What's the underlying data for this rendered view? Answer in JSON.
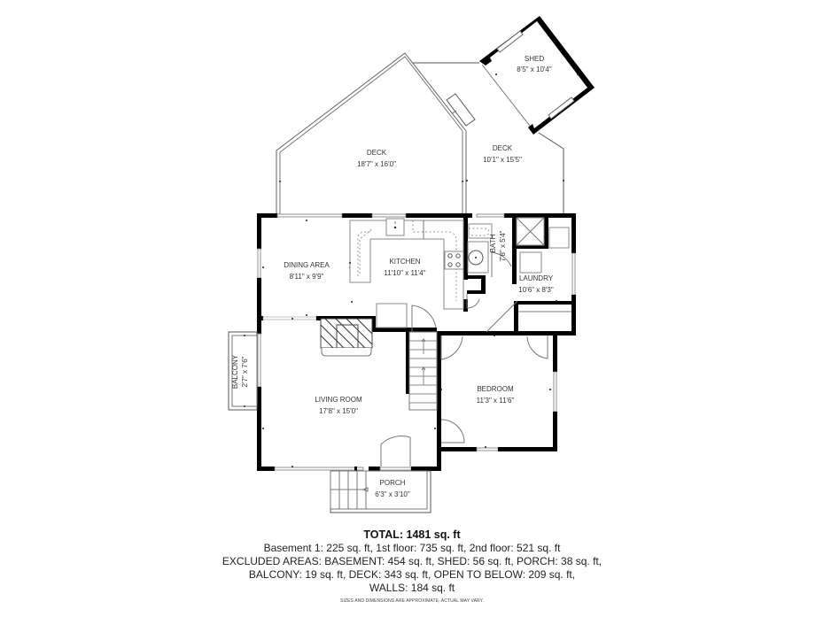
{
  "rooms": {
    "shed": {
      "name": "SHED",
      "dims": "8'5\" x 10'4\""
    },
    "deck_main": {
      "name": "DECK",
      "dims": "18'7\" x 16'0\""
    },
    "deck_side": {
      "name": "DECK",
      "dims": "10'1\" x 15'5\""
    },
    "dining": {
      "name": "DINING AREA",
      "dims": "8'11\" x 9'9\""
    },
    "kitchen": {
      "name": "KITCHEN",
      "dims": "11'10\" x 11'4\""
    },
    "bath": {
      "name": "BATH",
      "dims": "7'8\" x 5'4\""
    },
    "laundry": {
      "name": "LAUNDRY",
      "dims": "10'6\" x 8'3\""
    },
    "balcony": {
      "name": "BALCONY",
      "dims": "2'7\" x 7'6\""
    },
    "living": {
      "name": "LIVING ROOM",
      "dims": "17'8\" x 15'0\""
    },
    "bedroom": {
      "name": "BEDROOM",
      "dims": "11'3\" x 11'6\""
    },
    "porch": {
      "name": "PORCH",
      "dims": "6'3\" x 3'10\""
    }
  },
  "summary": {
    "total": "TOTAL: 1481 sq. ft",
    "line1": "Basement 1: 225 sq. ft, 1st floor: 735 sq. ft, 2nd floor: 521 sq. ft",
    "line2": "EXCLUDED AREAS: BASEMENT: 454 sq. ft, SHED: 56 sq. ft, PORCH: 38 sq. ft,",
    "line3": "BALCONY: 19 sq. ft, DECK: 343 sq. ft, OPEN TO BELOW: 209 sq. ft,",
    "line4": "WALLS: 184 sq. ft",
    "disclaimer": "SIZES AND DIMENSIONS ARE APPROXIMATE, ACTUAL MAY VARY."
  },
  "colors": {
    "wall": "#000000",
    "line": "#555555",
    "text": "#333333",
    "background": "#ffffff"
  }
}
